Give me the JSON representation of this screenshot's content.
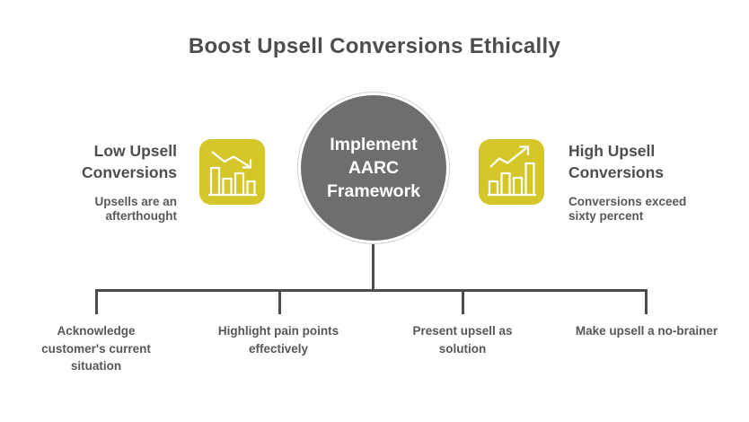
{
  "title": "Boost Upsell Conversions Ethically",
  "center": {
    "label": "Implement\nAARC\nFramework"
  },
  "before_state": {
    "heading": "Low Upsell\nConversions",
    "description": "Upsells are an\nafterthought",
    "icon": "declining-bar-chart-icon"
  },
  "after_state": {
    "heading": "High Upsell\nConversions",
    "description": "Conversions exceed\nsixty percent",
    "icon": "rising-bar-chart-icon"
  },
  "steps": [
    {
      "label": "Acknowledge\ncustomer's current\nsituation"
    },
    {
      "label": "Highlight pain points\neffectively"
    },
    {
      "label": "Present upsell as\nsolution"
    },
    {
      "label": "Make upsell a no-brainer"
    }
  ],
  "colors": {
    "accent_yellow": "#d5c72a",
    "circle_gray": "#6f6e6e",
    "connector_line": "#4c4c4e",
    "title_text": "#4d4d4f",
    "heading_text": "#4d4e50",
    "body_text": "#58595b",
    "icon_glyph": "#ffffff",
    "background": "#ffffff"
  }
}
